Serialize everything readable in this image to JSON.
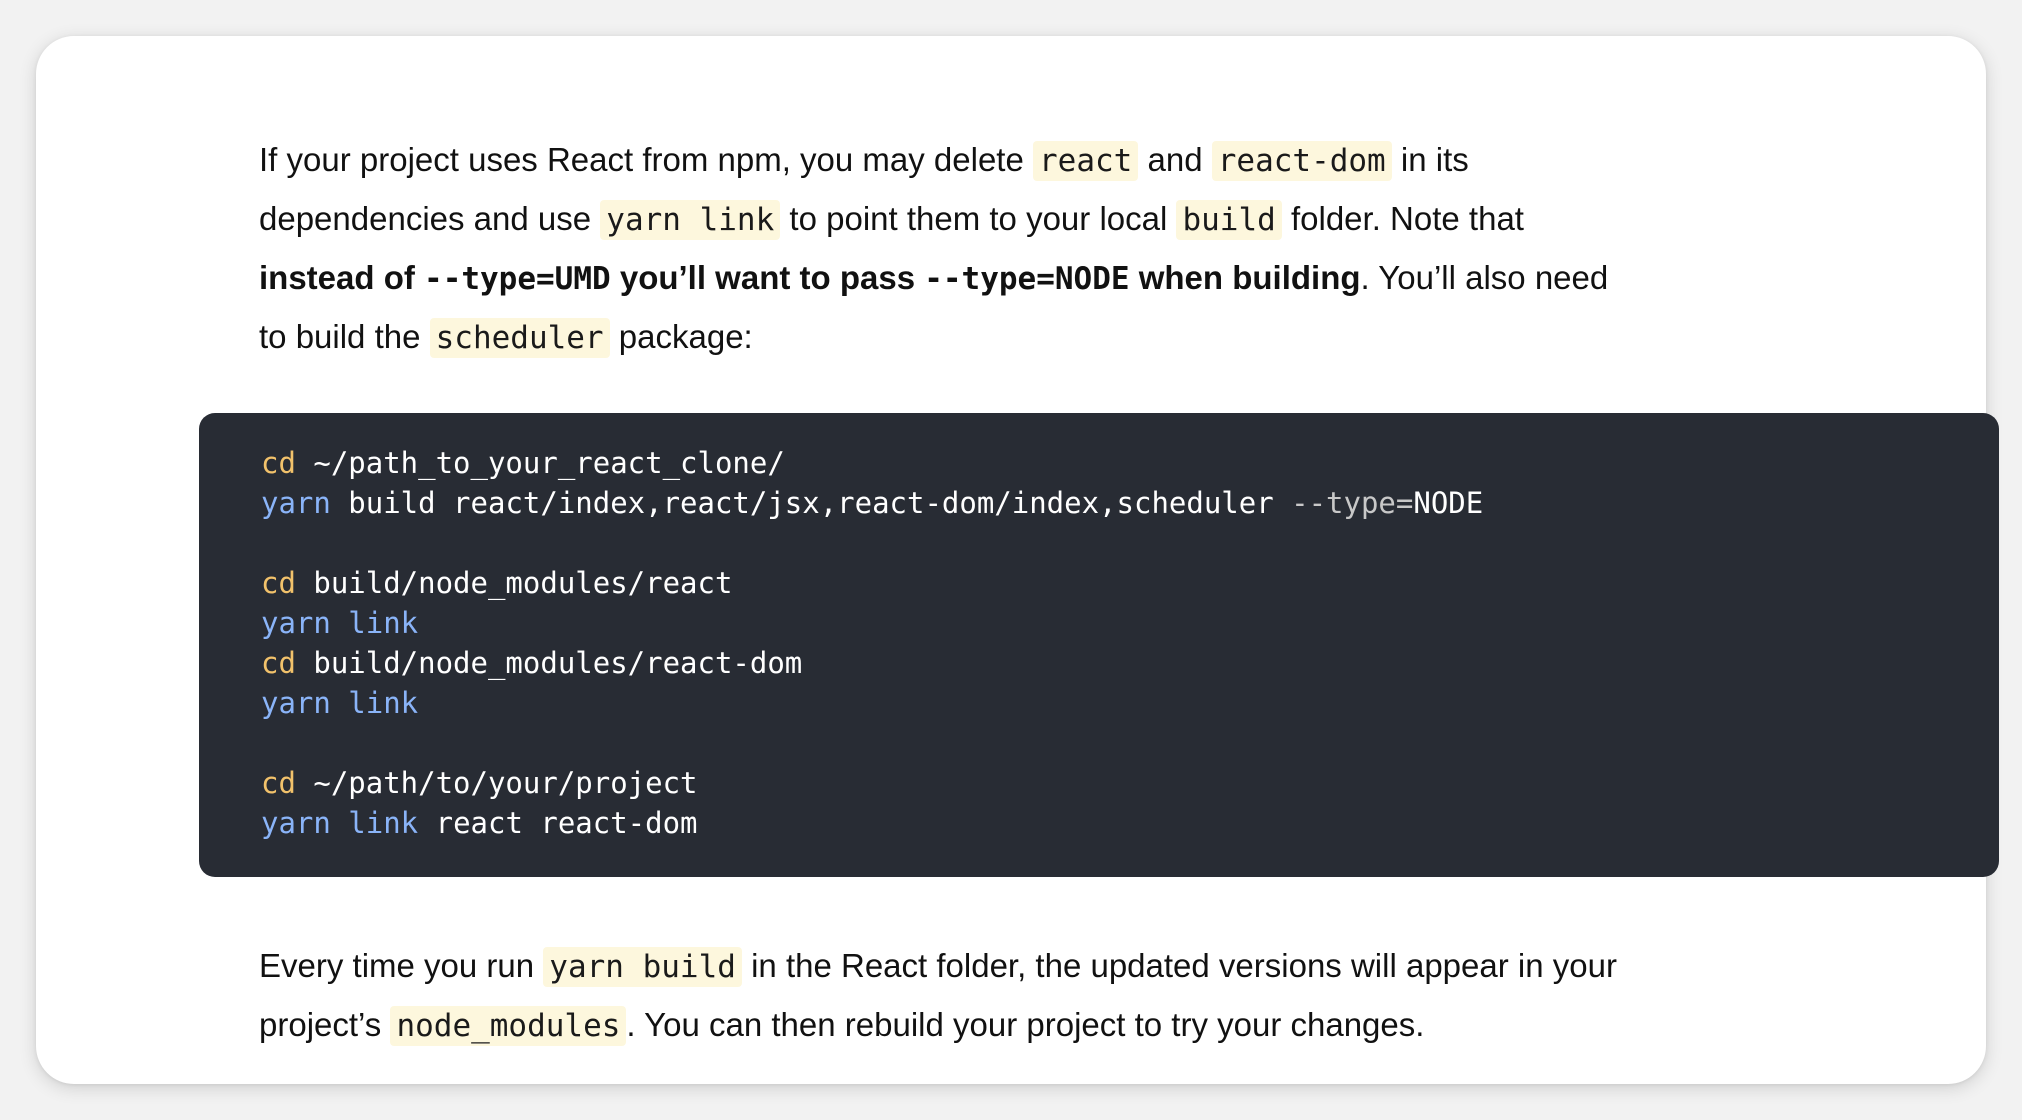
{
  "para1": {
    "l1": {
      "t1": "If your project uses React from npm, you may delete ",
      "c1": "react",
      "t2": " and ",
      "c2": "react-dom",
      "t3": " in its"
    },
    "l2": {
      "t1": "dependencies and use ",
      "c1": "yarn link",
      "t2": " to point them to your local ",
      "c2": "build",
      "t3": " folder. Note that"
    },
    "l3": {
      "b1": "instead of ",
      "bc1": "--type=UMD",
      "b2": " you’ll want to pass ",
      "bc2": "--type=NODE",
      "b3": " when building",
      "t1": ". You’ll also need"
    },
    "l4": {
      "t1": "to build the ",
      "c1": "scheduler",
      "t2": " package:"
    }
  },
  "code": {
    "l1": {
      "cmd": "cd",
      "rest": " ~/path_to_your_react_clone/"
    },
    "l2": {
      "cmd": "yarn",
      "rest": " build react/index,react/jsx,react-dom/index,scheduler ",
      "flag": "--type",
      "eq": "=",
      "val": "NODE"
    },
    "l4": {
      "cmd": "cd",
      "rest": " build/node_modules/react"
    },
    "l5": {
      "cmd": "yarn",
      "sub": " link"
    },
    "l6": {
      "cmd": "cd",
      "rest": " build/node_modules/react-dom"
    },
    "l7": {
      "cmd": "yarn",
      "sub": " link"
    },
    "l9": {
      "cmd": "cd",
      "rest": " ~/path/to/your/project"
    },
    "l10": {
      "cmd": "yarn",
      "sub": " link",
      "rest": " react react-dom"
    }
  },
  "para2": {
    "l1": {
      "t1": "Every time you run ",
      "c1": "yarn build",
      "t2": " in the React folder, the updated versions will appear in your"
    },
    "l2": {
      "t1": "project’s ",
      "c1": "node_modules",
      "t2": ". You can then rebuild your project to try your changes."
    }
  },
  "colors": {
    "code_bg": "#282c34",
    "inline_code_bg": "#fdf7dd",
    "cmd_cd": "#f2c26b",
    "cmd_yarn": "#8ab4f8"
  }
}
